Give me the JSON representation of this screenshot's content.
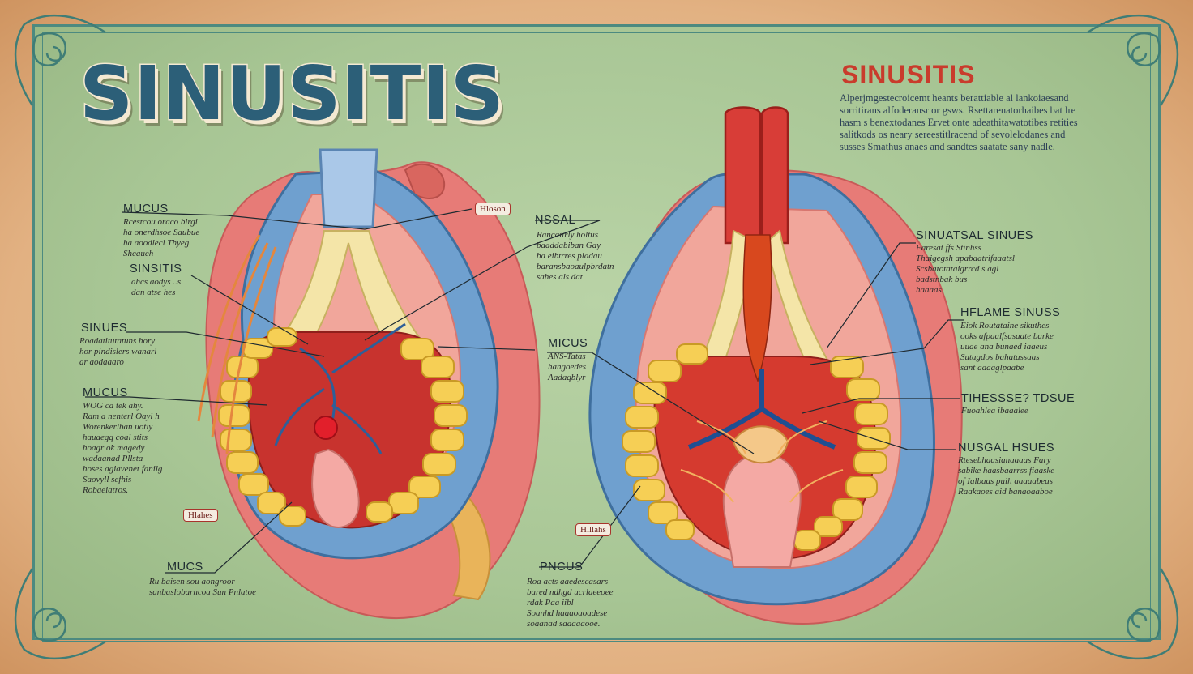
{
  "title": "SINUSITIS",
  "subtitle": "SINUSITIS",
  "intro_lines": [
    "Alperjmgestecroicemt heants berattiable al lankoiaesand",
    "sorritirans alfoderansr or gsws. Rsettarenatorhaibes bat lre",
    "hasm s benextodanes Ervet onte adeathitawatotibes retities",
    "salitkods os neary sereestitlracend of sevolelodanes and",
    "susses Smathus anaes and sandtes saatate sany nadle."
  ],
  "left_labels": [
    {
      "label": "MUCUS",
      "lines": [
        "Rcestcou oraco birgi",
        "ha onerdhsoe Saubue",
        "ha aoodlecl Thyeg",
        "Sheaueh"
      ]
    },
    {
      "label": "SINSITIS",
      "lines": [
        "ahcs aodys ..s",
        "dan atse hes"
      ]
    },
    {
      "label": "SINUES",
      "lines": [
        "Roadatitutatuns hory",
        "hor pindislers wanarl",
        "ar aodaaaro"
      ]
    },
    {
      "label": "MUCUS",
      "lines": [
        "WOG ca tek ahy.",
        "Ram a nenterl Oayl h",
        "Worenkerlban uotly",
        "hauaegq coal stits",
        "hoagr ok magedy",
        "wadaanad Pllsta",
        "hoses agiavenet fanilg",
        "Saovyll sefhis",
        "Robaeiatros."
      ]
    },
    {
      "label": "MUCS",
      "lines": [
        "Ru baisen sou aongroor",
        "sanbaslobarncoa Sun Pnlatoe"
      ]
    }
  ],
  "center_labels": [
    {
      "label": "NSSAL",
      "lines": [
        "Rancaiirly holtus",
        "baaddabiban Gay",
        "ba eibtrres pladau",
        "baransbaoaulpbrdatn",
        "sahes als dat"
      ]
    },
    {
      "label": "MICUS",
      "lines": [
        "ANS-Tatas",
        "hangoedes",
        "Aadaqblyr"
      ]
    },
    {
      "label": "PNCUS",
      "lines": [
        "Roa acts aaedescasars",
        "bared ndhgd ucrlaeeoee",
        "rdak Paa iibl",
        "Soanhd haaaoaoadese",
        "soaanad saaaaaooe."
      ]
    }
  ],
  "right_labels": [
    {
      "label": "SINUATSAL SINUES",
      "lines": [
        "Faresat ffs Stinhss",
        "Thaigegsh apabaatrifaaatsl",
        "Scsbatotataigrrcd s agl",
        "badstnbak bus",
        "haaaas"
      ]
    },
    {
      "label": "HFLAME SINUSS",
      "lines": [
        "Eiok Routataine sikuthes",
        "ooks afpaalfsasaate barke",
        "uuae ana bunaed iaaeus",
        "Sutagdos bahatassaas",
        "sant aaaaglpaabe"
      ]
    },
    {
      "label": "TIHESSSE? TDSUE",
      "lines": [
        "Fuoahlea ibaaalee"
      ]
    },
    {
      "label": "NUSGAL HSUES",
      "lines": [
        "Rtesebhaasianaaaas Fary",
        "sabike haasbaarrss fiaaske",
        "of Ialbaas puih aaaaabeas",
        "Raakaoes aid banaoaaboe"
      ]
    }
  ],
  "tags": [
    "Hloson",
    "Hlahes",
    "Hlllahs"
  ]
}
